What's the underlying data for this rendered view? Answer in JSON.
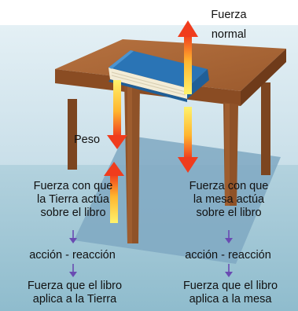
{
  "labels": {
    "normal_force_line1": "Fuerza",
    "normal_force_line2": "normal",
    "weight": "Peso",
    "left_column": {
      "force_lines": [
        "Fuerza con que",
        "la Tierra actúa",
        "sobre el libro"
      ],
      "pair": "acción - reacción",
      "reaction_lines": [
        "Fuerza que el libro",
        "aplica a la Tierra"
      ]
    },
    "right_column": {
      "force_lines": [
        "Fuerza con que",
        "la mesa actúa",
        "sobre el libro"
      ],
      "pair": "acción - reacción",
      "reaction_lines": [
        "Fuerza que el libro",
        "aplica a la mesa"
      ]
    }
  },
  "colors": {
    "sky": "#cde3ec",
    "floor": "#a7cbd8",
    "shadow": "#7fa8c2",
    "table_top": "#a86535",
    "table_edge": "#7a4520",
    "table_leg": "#8f5228",
    "book_cover": "#2f7fc2",
    "book_pages": "#f3ecd6",
    "arrow_tail": "#ffe34a",
    "arrow_head": "#f03c1d",
    "connector": "#6a4bb2"
  }
}
